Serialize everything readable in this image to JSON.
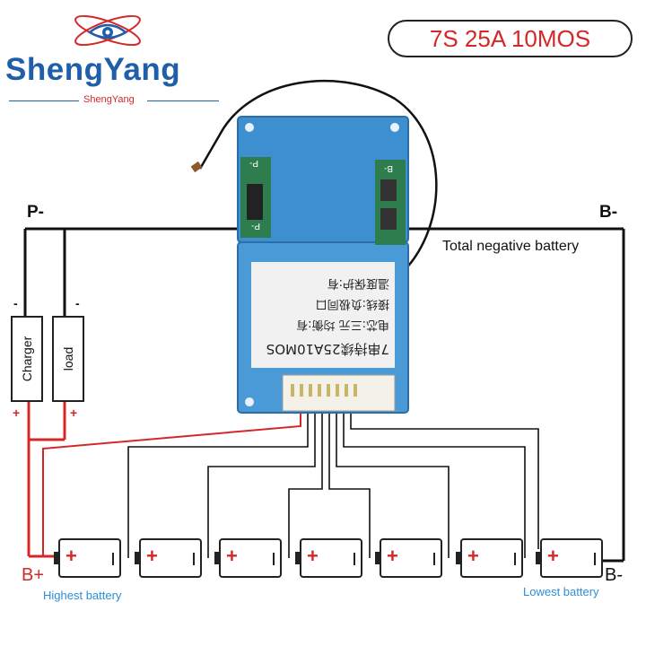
{
  "brand": {
    "name": "ShengYang",
    "tagline": "ShengYang"
  },
  "spec_label": "7S 25A 10MOS",
  "terminals": {
    "p_minus": "P-",
    "b_minus_top": "B-",
    "b_plus": "B+",
    "b_minus_bottom": "B-"
  },
  "annotations": {
    "total_negative": "Total negative battery",
    "highest": "Highest battery",
    "lowest": "Lowest battery"
  },
  "devices": {
    "charger": {
      "label": "Charger",
      "minus": "-",
      "plus": "+"
    },
    "load": {
      "label": "load",
      "minus": "-",
      "plus": "+"
    }
  },
  "board": {
    "sticker_lines": [
      "7串持续25A10MOS",
      "电芯:三元  均衡:有",
      "接线:负极同口",
      "温度保护:有"
    ],
    "marks": [
      "P-",
      "B-",
      "P-"
    ]
  },
  "cells": {
    "count": 7,
    "plus_symbol": "+"
  },
  "colors": {
    "brand": "#1f5ea8",
    "accent_red": "#d42828",
    "annotation_blue": "#2b8fd6",
    "board_blue": "#3e8fd0",
    "wire": "#111111"
  }
}
